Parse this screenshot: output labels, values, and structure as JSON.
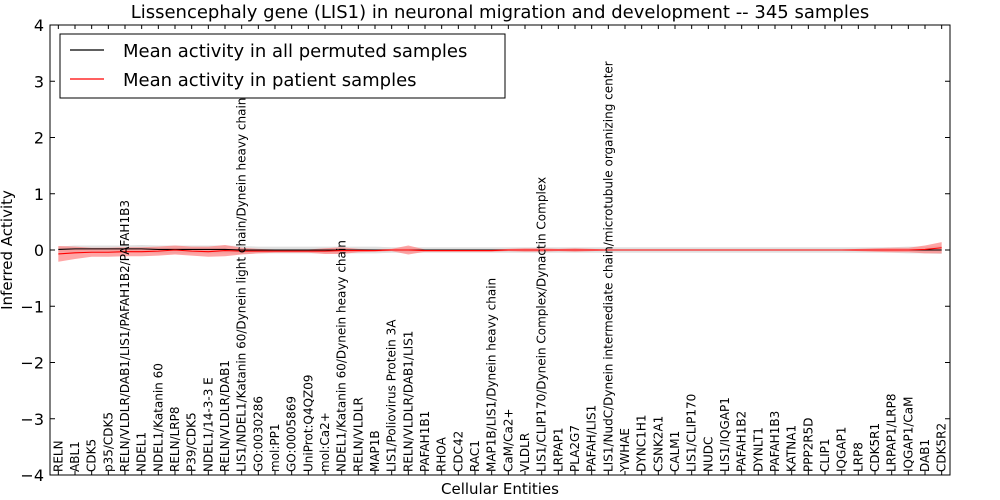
{
  "chart_data": {
    "type": "line",
    "title": "Lissencephaly gene (LIS1) in neuronal migration and development -- 345 samples",
    "xlabel": "Cellular Entities",
    "ylabel": "Inferred Activity",
    "ylim": [
      -4,
      4
    ],
    "yticks": [
      -4,
      -3,
      -2,
      -1,
      0,
      1,
      2,
      3,
      4
    ],
    "ytick_labels": [
      "−4",
      "−3",
      "−2",
      "−1",
      "0",
      "1",
      "2",
      "3",
      "4"
    ],
    "legend_position": "top-left",
    "categories": [
      "RELN",
      "ABL1",
      "CDK5",
      "p35/CDK5",
      "RELN/VLDLR/DAB1/LIS1/PAFAH1B2/PAFAH1B3",
      "NDEL1",
      "NDEL1/Katanin 60",
      "RELN/LRP8",
      "P39/CDK5",
      "NDEL1/14-3-3 E",
      "RELN/VLDLR/DAB1",
      "LIS1/NDEL1/Katanin 60/Dynein light chain/Dynein heavy chain",
      "GO:0030286",
      "mol:PP1",
      "GO:0005869",
      "UniProt:Q4QZ09",
      "mol:Ca2+",
      "NDEL1/Katanin 60/Dynein heavy chain",
      "RELN/VLDLR",
      "MAP1B",
      "LIS1/Poliovirus Protein 3A",
      "RELN/VLDLR/DAB1/LIS1",
      "PAFAH1B1",
      "RHOA",
      "CDC42",
      "RAC1",
      "MAP1B/LIS1/Dynein heavy chain",
      "CaM/Ca2+",
      "VLDLR",
      "LIS1/CLIP170/Dynein Complex/Dynactin Complex",
      "LRPAP1",
      "PLA2G7",
      "PAFAH/LIS1",
      "LIS1/NudC/Dynein intermediate chain/microtubule organizing center",
      "YWHAE",
      "DYNC1H1",
      "CSNK2A1",
      "CALM1",
      "LIS1/CLIP170",
      "NUDC",
      "LIS1/IQGAP1",
      "PAFAH1B2",
      "DYNLT1",
      "PAFAH1B3",
      "KATNA1",
      "PPP2R5D",
      "CLIP1",
      "IQGAP1",
      "LRP8",
      "CDK5R1",
      "LRPAP1/LRP8",
      "IQGAP1/CaM",
      "DAB1",
      "CDK5R2"
    ],
    "series": [
      {
        "name": "Mean activity in all permuted samples",
        "color": "#000000",
        "values": [
          0.01,
          0.02,
          0.02,
          0.02,
          0.02,
          0.02,
          0.01,
          0.01,
          0.01,
          0.01,
          0.01,
          0.0,
          0.0,
          0.0,
          0.0,
          0.0,
          0.0,
          0.0,
          0.0,
          0.0,
          0.0,
          0.0,
          0.0,
          0.0,
          0.0,
          0.0,
          0.0,
          0.0,
          0.0,
          0.0,
          0.0,
          0.0,
          0.0,
          0.0,
          0.0,
          0.0,
          0.0,
          0.0,
          0.0,
          0.0,
          0.0,
          0.0,
          0.0,
          0.0,
          0.0,
          0.0,
          0.0,
          0.0,
          0.0,
          0.0,
          0.0,
          0.0,
          0.0,
          0.0
        ],
        "band": [
          0.05,
          0.06,
          0.06,
          0.06,
          0.06,
          0.07,
          0.07,
          0.07,
          0.07,
          0.07,
          0.07,
          0.07,
          0.06,
          0.06,
          0.06,
          0.06,
          0.06,
          0.06,
          0.06,
          0.06,
          0.05,
          0.05,
          0.05,
          0.05,
          0.05,
          0.05,
          0.05,
          0.05,
          0.05,
          0.05,
          0.05,
          0.05,
          0.05,
          0.05,
          0.05,
          0.05,
          0.05,
          0.05,
          0.05,
          0.05,
          0.05,
          0.05,
          0.05,
          0.05,
          0.05,
          0.05,
          0.05,
          0.05,
          0.05,
          0.05,
          0.05,
          0.06,
          0.06,
          0.07
        ],
        "band_color": "#bbbbbb"
      },
      {
        "name": "Mean activity in patient samples",
        "color": "#ff0000",
        "values": [
          -0.07,
          -0.05,
          -0.04,
          -0.04,
          -0.03,
          -0.03,
          -0.02,
          0.0,
          -0.02,
          -0.03,
          -0.01,
          -0.02,
          -0.02,
          -0.02,
          -0.02,
          -0.02,
          -0.02,
          -0.01,
          -0.01,
          -0.01,
          0.0,
          0.0,
          -0.01,
          -0.01,
          -0.01,
          -0.01,
          -0.01,
          0.0,
          0.0,
          0.0,
          0.0,
          0.0,
          0.0,
          0.0,
          0.0,
          0.0,
          0.0,
          0.0,
          0.0,
          0.0,
          0.0,
          0.0,
          0.0,
          0.0,
          0.0,
          0.0,
          0.0,
          0.0,
          0.0,
          0.0,
          0.0,
          0.0,
          0.01,
          0.04
        ],
        "band": [
          0.14,
          0.11,
          0.08,
          0.08,
          0.08,
          0.08,
          0.08,
          0.08,
          0.08,
          0.09,
          0.1,
          0.06,
          0.04,
          0.03,
          0.03,
          0.03,
          0.05,
          0.06,
          0.03,
          0.02,
          0.02,
          0.08,
          0.02,
          0.02,
          0.02,
          0.02,
          0.02,
          0.02,
          0.03,
          0.03,
          0.02,
          0.03,
          0.02,
          0.01,
          0.01,
          0.01,
          0.01,
          0.01,
          0.01,
          0.01,
          0.01,
          0.01,
          0.01,
          0.01,
          0.01,
          0.01,
          0.01,
          0.01,
          0.02,
          0.03,
          0.04,
          0.04,
          0.07,
          0.1
        ],
        "band_color": "#ff8080"
      }
    ]
  }
}
